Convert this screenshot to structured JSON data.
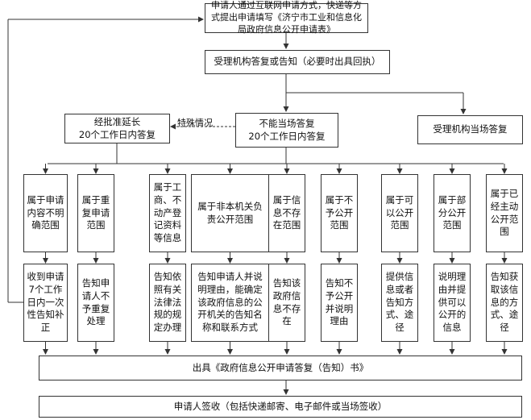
{
  "top_box": "申请人通过互联网申请方式，快递等方式提出申请填写《济宁市工业和信息化局政府信息公开申请表》",
  "review_box": "受理机构答复或告知（必要时出具回执）",
  "branch_left_box": "受理机构当场答复",
  "branch_mid_box": "不能当场答复\n20个工作日内答复",
  "branch_right_box": "经批准延长\n20个工作日内答复",
  "special_label": "特殊情况",
  "categories": [
    "属于已经主动公开范围",
    "属于部分公开范围",
    "属于可以公开范围",
    "属于不予公开范围",
    "属于信息不存在范围",
    "属于非本机关负责公开范围",
    "属于工商、不动产登记资料等信息",
    "属于重复申请范围",
    "属于申请内容不明确范围"
  ],
  "responses": [
    "告知获取该信息的方式、途径",
    "说明理由并提供可以公开的信息",
    "提供信息或者告知方式、途径",
    "告知不予公开并说明理由",
    "告知该政府信息不存在",
    "告知申请人并说明理由，能确定该政府信息的公开机关的告知名称和联系方式",
    "告知依照有关法律法规的规定办理",
    "告知申请人不予重复处理",
    "收到申请7个工作日内一次性告知补正"
  ],
  "issue_box": "出具《政府信息公开申请答复（告知）书》",
  "sign_box": "申请人签收（包括快递邮寄、电子邮件或当场签收）"
}
